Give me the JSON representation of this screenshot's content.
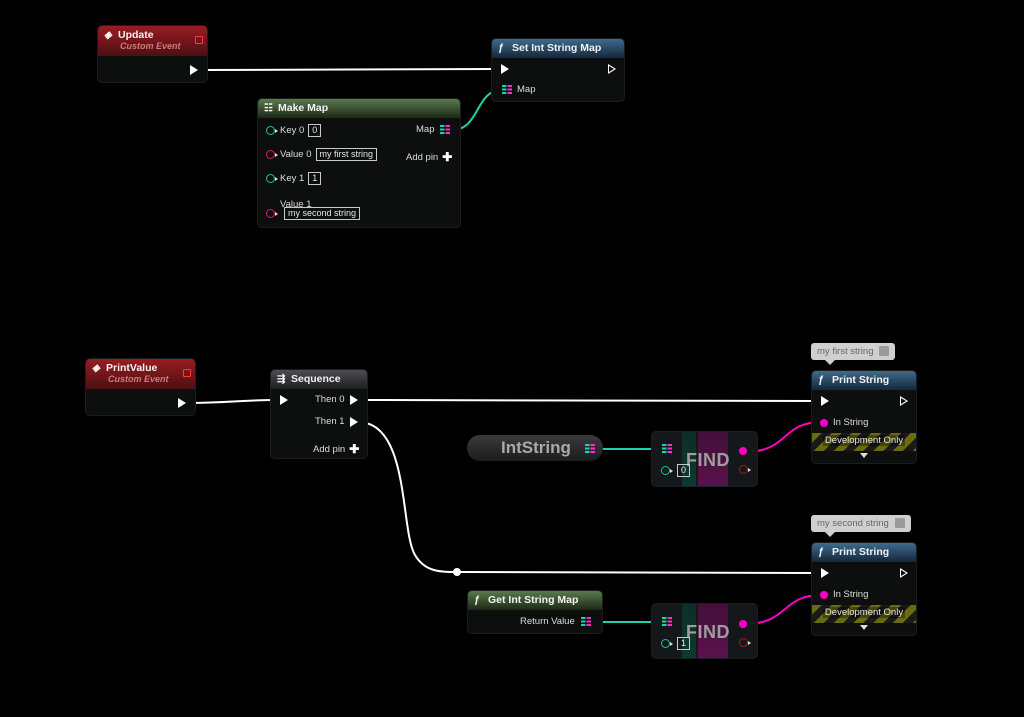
{
  "update_event": {
    "title": "Update",
    "subtitle": "Custom Event"
  },
  "set_map": {
    "title": "Set Int String Map",
    "icon": "function-icon",
    "pin_map": "Map"
  },
  "make_map": {
    "title": "Make Map",
    "key0_label": "Key 0",
    "key0_value": "0",
    "value0_label": "Value 0",
    "value0_value": "my first string",
    "key1_label": "Key 1",
    "key1_value": "1",
    "value1_label": "Value 1",
    "value1_value": "my second string",
    "out_label": "Map",
    "add_pin": "Add pin"
  },
  "print_value_event": {
    "title": "PrintValue",
    "subtitle": "Custom Event"
  },
  "sequence": {
    "title": "Sequence",
    "then0": "Then 0",
    "then1": "Then 1",
    "add_pin": "Add pin"
  },
  "intstring_var": {
    "label": "IntString"
  },
  "find1": {
    "label": "FIND",
    "key": "0"
  },
  "find2": {
    "label": "FIND",
    "key": "1"
  },
  "get_map": {
    "title": "Get Int String Map",
    "return_label": "Return Value"
  },
  "print1": {
    "title": "Print String",
    "comment": "my first string",
    "in_string": "In String",
    "dev_only": "Development Only"
  },
  "print2": {
    "title": "Print String",
    "comment": "my second string",
    "in_string": "In String",
    "dev_only": "Development Only"
  },
  "colors": {
    "exec_wire": "#ffffff",
    "map_wire": "#1ed3a8",
    "string_wire": "#ff00c8",
    "event_header": "#9a1c21",
    "function_header": "#3d6a8e"
  }
}
